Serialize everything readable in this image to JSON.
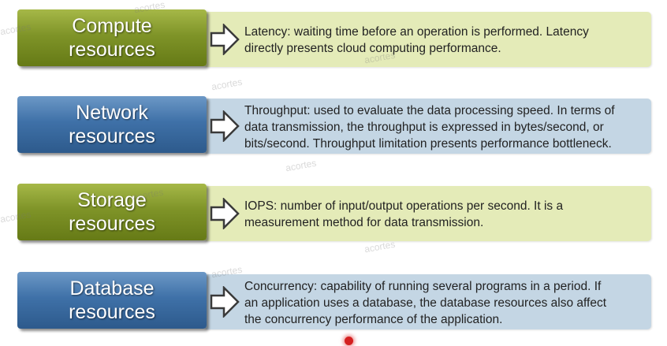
{
  "rows": [
    {
      "label_lines": [
        "Compute",
        "resources"
      ],
      "description_lines": [
        "Latency: waiting time before an operation is performed. Latency",
        "directly presents cloud computing performance."
      ],
      "color": "#7f9428"
    },
    {
      "label_lines": [
        "Network",
        "resources"
      ],
      "description_lines": [
        "Throughput: used to evaluate the data processing speed. In terms of",
        "data transmission, the throughput is expressed in bytes/second, or",
        "bits/second. Throughput limitation presents performance bottleneck."
      ],
      "color": "#3f71a8"
    },
    {
      "label_lines": [
        "Storage",
        "resources"
      ],
      "description_lines": [
        "IOPS: number of input/output operations per second. It is a",
        "measurement method for data transmission."
      ],
      "color": "#7f9428"
    },
    {
      "label_lines": [
        "Database",
        "resources"
      ],
      "description_lines": [
        "Concurrency: capability of running several programs in a period. If",
        "an application uses a database, the database resources also affect",
        "the concurrency performance of the application."
      ],
      "color": "#3f71a8"
    }
  ],
  "watermark": "acortes",
  "colors": {
    "green_box": "#e4ebb8",
    "blue_box": "#c4d6e4",
    "pointer": "#d42020"
  }
}
